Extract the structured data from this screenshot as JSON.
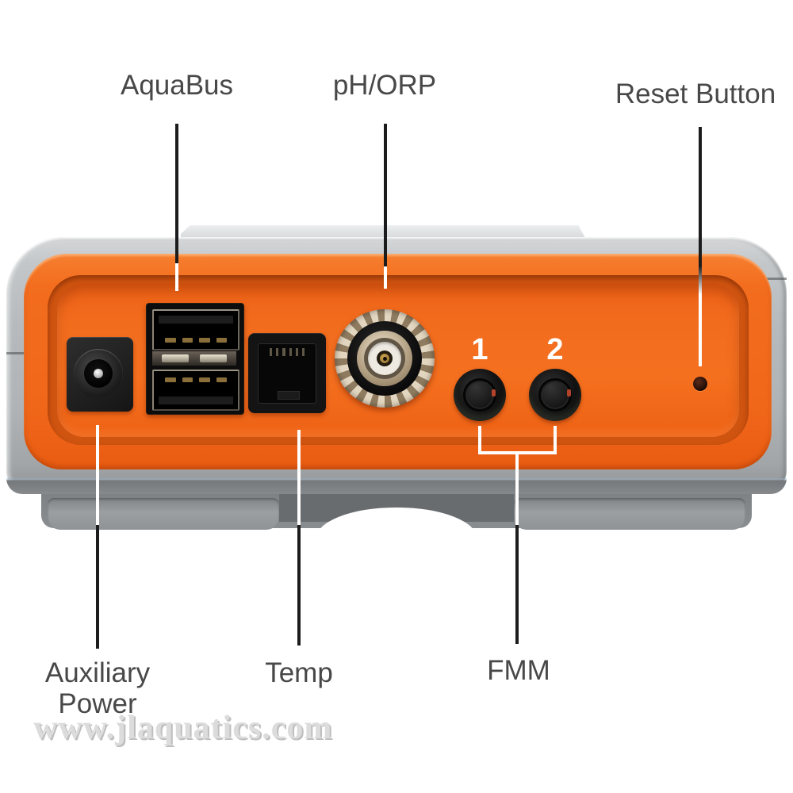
{
  "labels": {
    "aquabus": "AquaBus",
    "ph_orp": "pH/ORP",
    "reset": "Reset Button",
    "aux_line1": "Auxiliary",
    "aux_line2": "Power",
    "temp": "Temp",
    "fmm": "FMM"
  },
  "ports": {
    "fmm_jack_1": "1",
    "fmm_jack_2": "2"
  },
  "watermark": {
    "text": "www.jlaquatics.com"
  },
  "colors": {
    "panel_orange": "#f2691c",
    "recess_shadow_orange": "#cf5410",
    "case_silver": "#b6babc",
    "base_gray": "#85898b",
    "label_text": "#484848",
    "callout_black": "#1c1c1c",
    "callout_white": "#ffffff",
    "background": "#ffffff"
  }
}
